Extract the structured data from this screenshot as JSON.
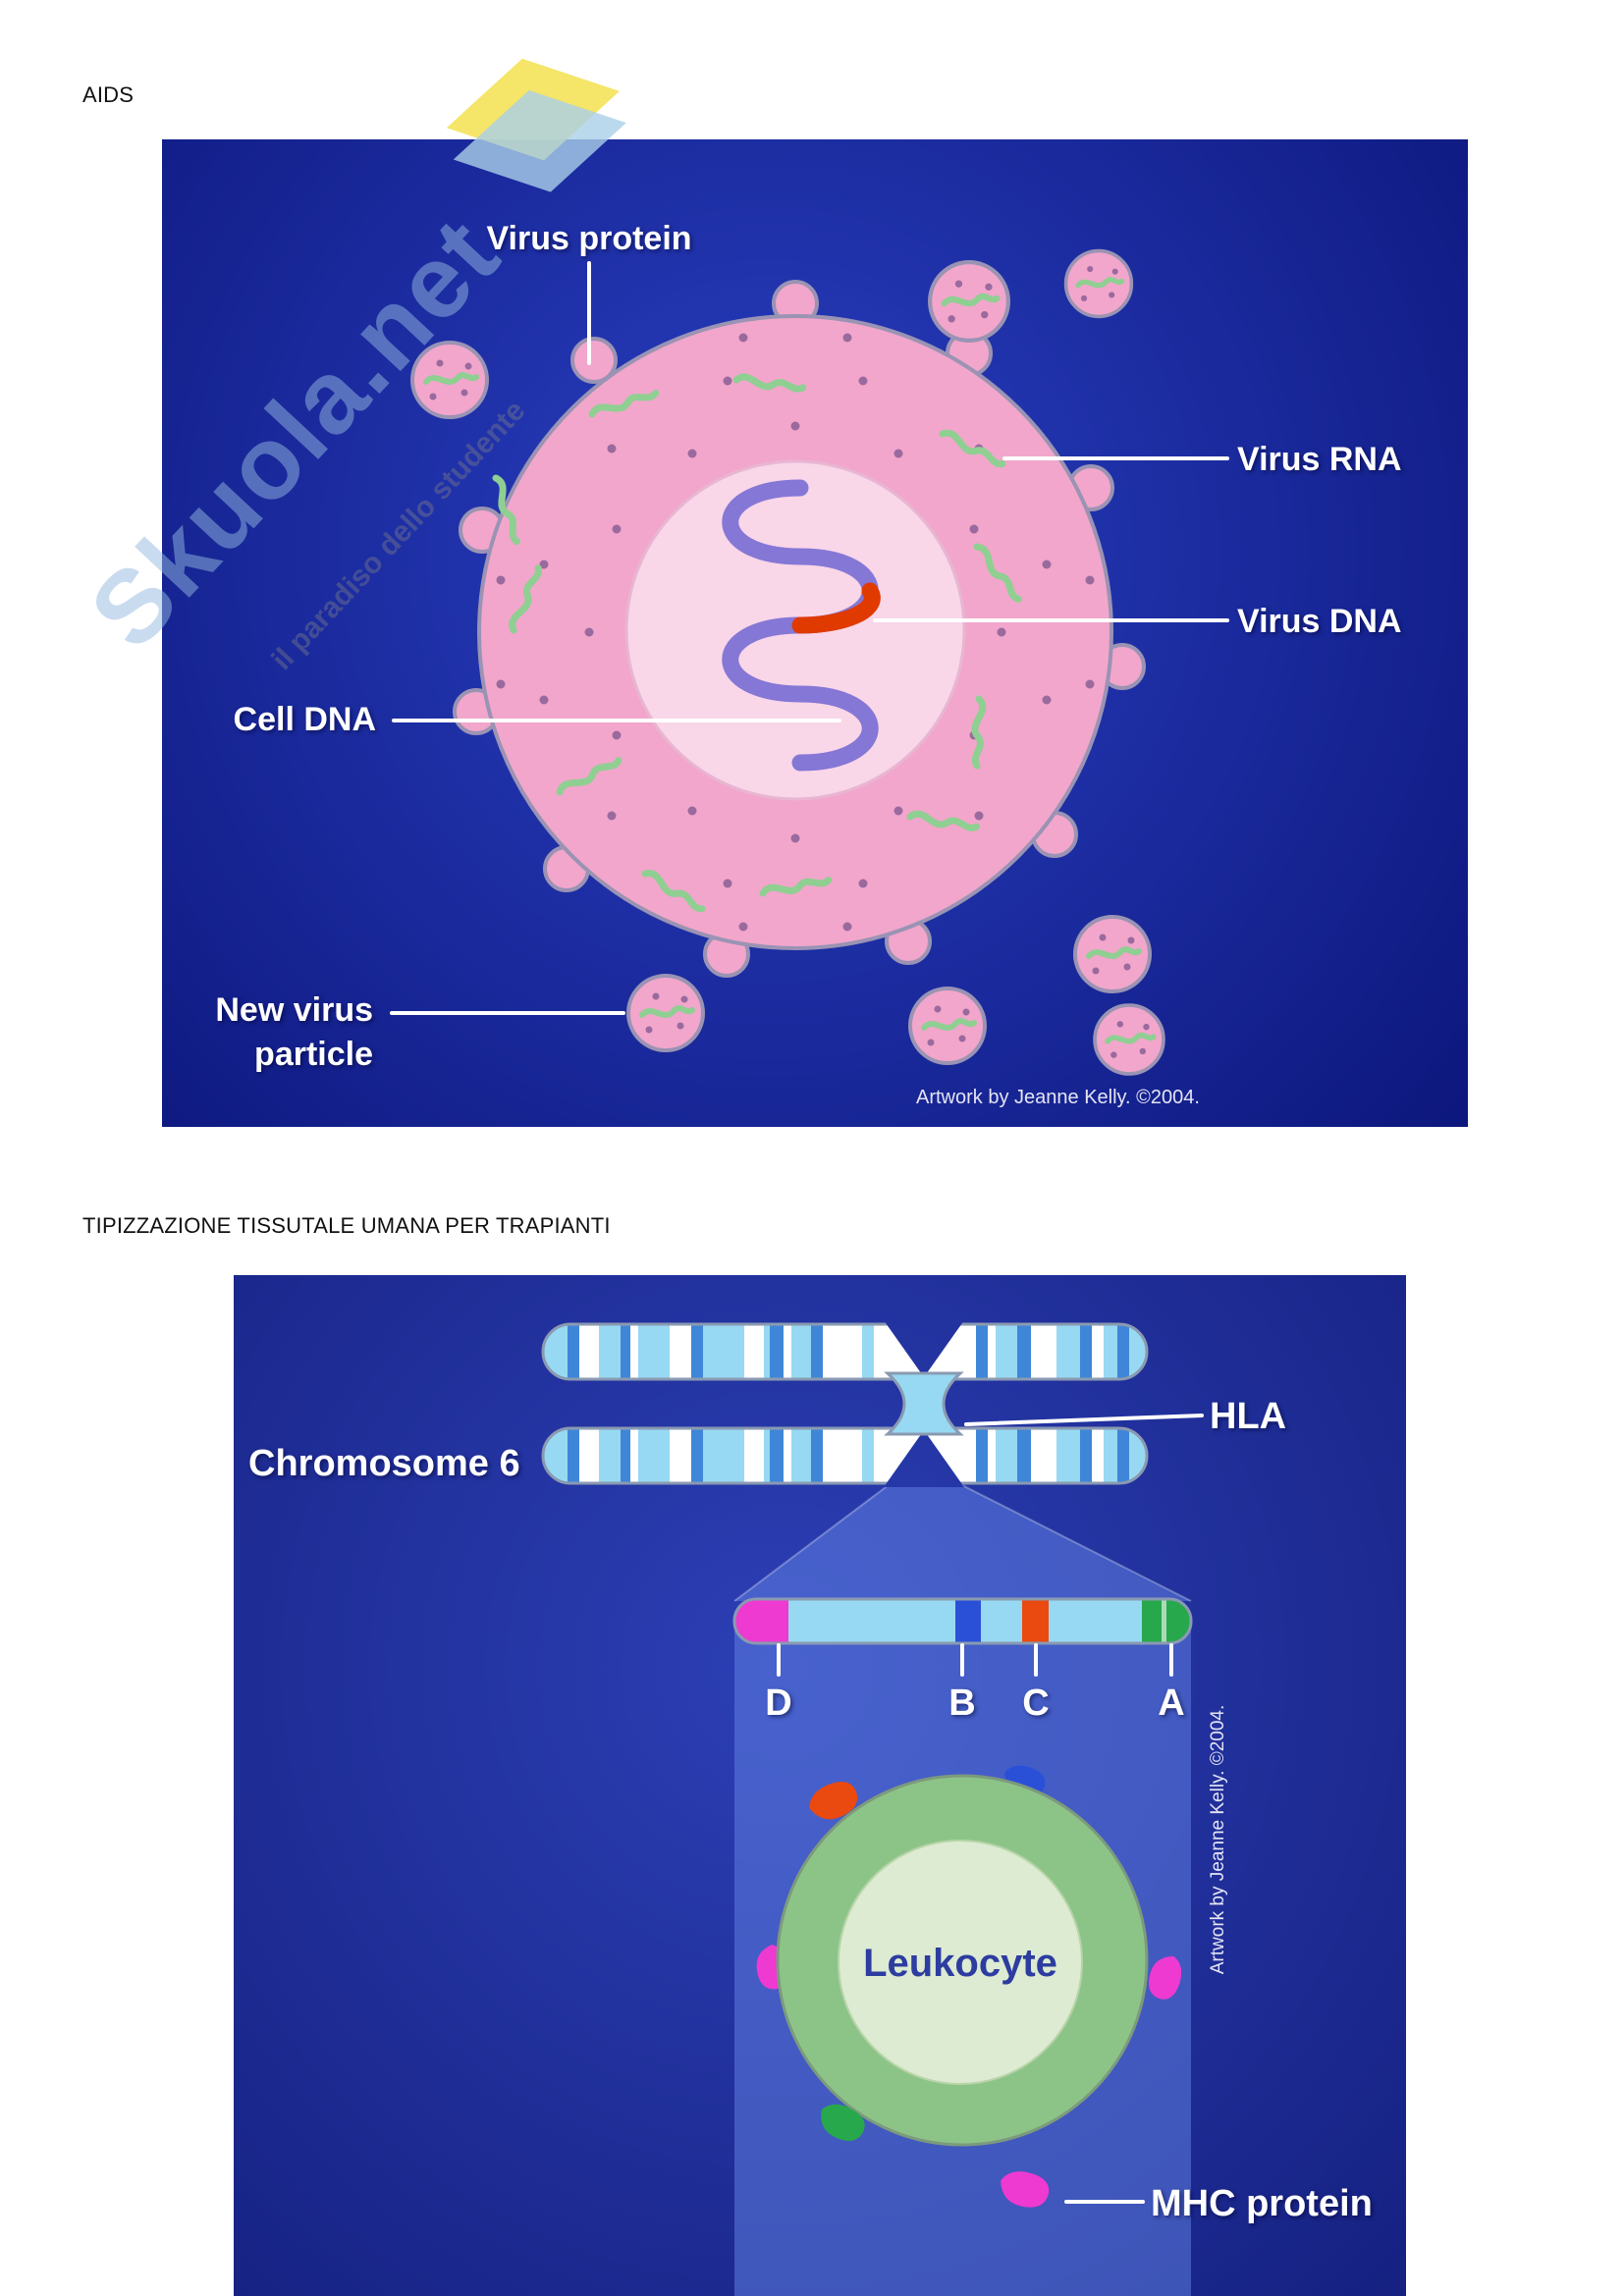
{
  "page": {
    "heading_aids": "AIDS",
    "heading_tipizzazione": "TIPIZZAZIONE TISSUTALE UMANA PER TRAPIANTI"
  },
  "watermark": {
    "brand": "Skuola.net",
    "tagline": "il paradiso dello studente"
  },
  "figure_aids": {
    "labels": {
      "virus_protein": "Virus protein",
      "virus_rna": "Virus RNA",
      "virus_dna": "Virus DNA",
      "cell_dna": "Cell DNA",
      "new_virus_line1": "New virus",
      "new_virus_line2": "particle"
    },
    "credit": "Artwork by Jeanne Kelly. ©2004."
  },
  "figure_hla": {
    "labels": {
      "chromosome": "Chromosome 6",
      "hla": "HLA",
      "locus_d": "D",
      "locus_b": "B",
      "locus_c": "C",
      "locus_a": "A",
      "leukocyte": "Leukocyte",
      "mhc_protein": "MHC protein"
    },
    "credit": "Artwork by Jeanne Kelly. ©2004."
  },
  "colors": {
    "figure_bg_center": "#2c3fb5",
    "figure_bg_edge": "#141f7e",
    "cell_body": "#f2a6cb",
    "cell_nucleus": "#f9d6e8",
    "dna_purple": "#8577d6",
    "dna_red": "#e03a00",
    "rna_green": "#8fcf92",
    "chromosome_blue": "#97d9f2",
    "gene_d_magenta": "#ee3ad0",
    "gene_b_blue": "#2b50d8",
    "gene_c_red": "#ea4a10",
    "gene_a_green": "#28a84c",
    "leukocyte_body": "#8cc488",
    "leukocyte_nucleus": "#dcebd1",
    "leukocyte_text": "#2d3ca0"
  }
}
